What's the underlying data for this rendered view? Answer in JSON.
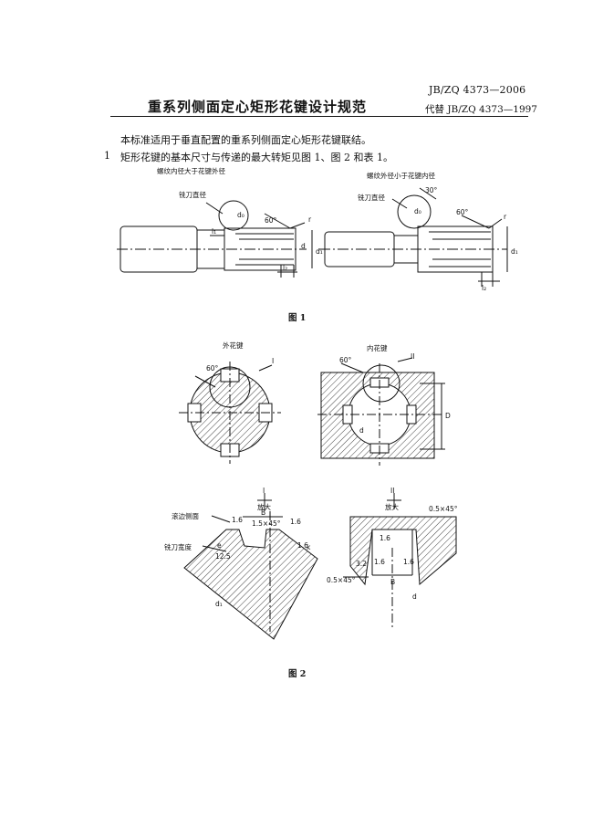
{
  "header": {
    "standard_code": "JB/ZQ 4373—2006",
    "title": "重系列侧面定心矩形花键设计规范",
    "replaces": "代替 JB/ZQ 4373—1997"
  },
  "body": {
    "intro": "本标准适用于垂直配置的重系列侧面定心矩形花键联结。",
    "clause_number": "1",
    "clause_text": "矩形花键的基本尺寸与传递的最大转矩见图 1、图 2 和表 1。"
  },
  "figure1": {
    "caption": "图 1",
    "left_label": "螺纹内径大于花键外径",
    "right_label": "螺纹外径小于花键内径",
    "cutter_left": "铣刀直径",
    "cutter_right": "铣刀直径",
    "angle_60": "60°",
    "angle_30": "30°",
    "d0": "d₀",
    "r": "r",
    "d": "d",
    "d1": "d₁",
    "l1": "l₁",
    "l2": "l₂"
  },
  "figure2": {
    "caption": "图 2",
    "external_label": "外花键",
    "internal_label": "内花键",
    "angle": "60°",
    "roman_1": "I",
    "roman_2": "II",
    "enlarged": "放大",
    "B": "B",
    "D": "D",
    "d": "d",
    "d1": "d₁",
    "e": "e",
    "k": "k",
    "chamfer": "1.5×45°",
    "chamfer_05": "0.5×45°",
    "roughness_16": "1.6",
    "roughness_125": "12.5",
    "roughness_32": "3.2",
    "rolled_side": "滚边侧面",
    "cutter_width": "铣刀宽度"
  }
}
